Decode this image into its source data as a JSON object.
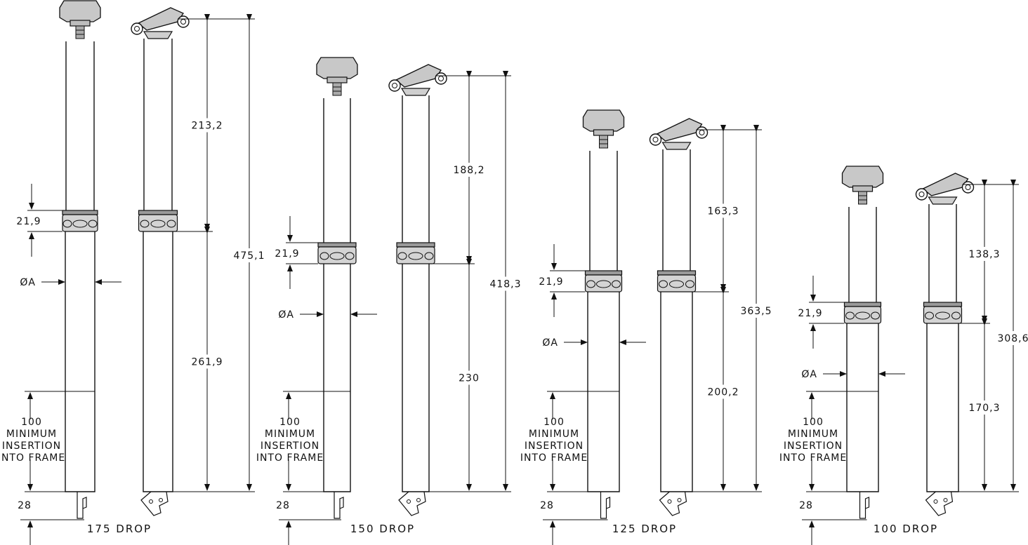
{
  "colors": {
    "ink": "#111111",
    "paper": "#ffffff",
    "head": "#c8c8c8",
    "collar": "#d4d4d4"
  },
  "icons": {
    "arrow": "arrowhead",
    "diameter": "diameter-symbol"
  },
  "posts": [
    {
      "title": "175 DROP",
      "collar_height": "21,9",
      "diameter": "ØA",
      "upper_length": "213,2",
      "lower_length": "261,9",
      "total_length": "475,1",
      "insertion_value": "100",
      "insertion_line1": "MINIMUM",
      "insertion_line2": "INSERTION",
      "insertion_line3": "INTO FRAME",
      "bottom_length": "28"
    },
    {
      "title": "150 DROP",
      "collar_height": "21,9",
      "diameter": "ØA",
      "upper_length": "188,2",
      "lower_length": "230",
      "total_length": "418,3",
      "insertion_value": "100",
      "insertion_line1": "MINIMUM",
      "insertion_line2": "INSERTION",
      "insertion_line3": "INTO FRAME",
      "bottom_length": "28"
    },
    {
      "title": "125 DROP",
      "collar_height": "21,9",
      "diameter": "ØA",
      "upper_length": "163,3",
      "lower_length": "200,2",
      "total_length": "363,5",
      "insertion_value": "100",
      "insertion_line1": "MINIMUM",
      "insertion_line2": "INSERTION",
      "insertion_line3": "INTO FRAME",
      "bottom_length": "28"
    },
    {
      "title": "100 DROP",
      "collar_height": "21,9",
      "diameter": "ØA",
      "upper_length": "138,3",
      "lower_length": "170,3",
      "total_length": "308,6",
      "insertion_value": "100",
      "insertion_line1": "MINIMUM",
      "insertion_line2": "INSERTION",
      "insertion_line3": "INTO FRAME",
      "bottom_length": "28"
    }
  ]
}
